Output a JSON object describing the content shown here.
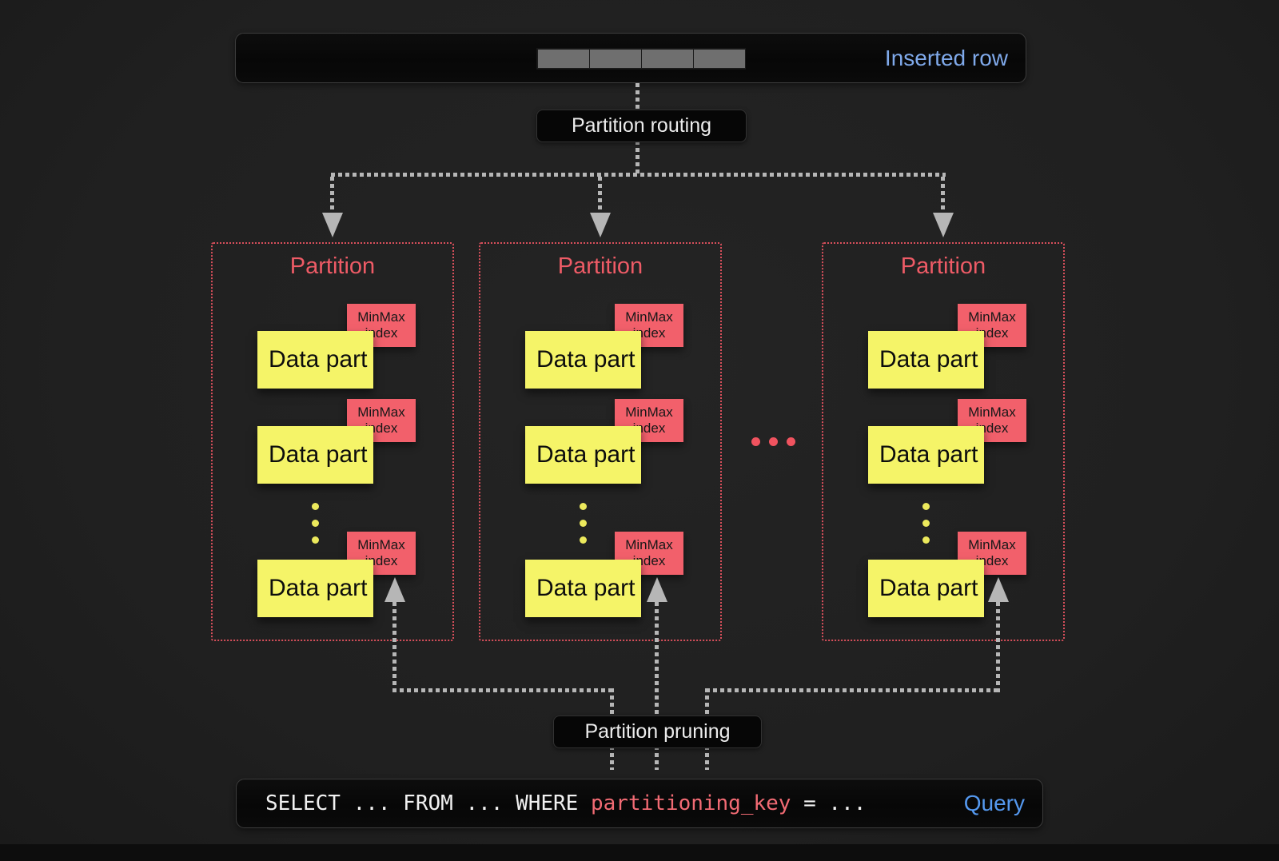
{
  "top_bar": {
    "label": "Inserted row"
  },
  "labels": {
    "routing": "Partition routing",
    "pruning": "Partition pruning",
    "data_part": "Data part",
    "minmax_line1": "MinMax",
    "minmax_line2": "index"
  },
  "partitions": [
    {
      "title": "Partition"
    },
    {
      "title": "Partition"
    },
    {
      "title": "Partition"
    }
  ],
  "query_bar": {
    "code_before": "SELECT ... FROM ... WHERE ",
    "code_key": "partitioning_key",
    "code_after": " = ...",
    "label": "Query"
  },
  "colors": {
    "background": "#212121",
    "bar_background": "#0a0a0a",
    "accent_blue_inserted": "#7fa9ea",
    "accent_blue_query": "#5599f0",
    "data_part_yellow": "#f5f468",
    "minmax_red": "#f2606b",
    "partition_red": "#ee5b66",
    "border_red": "#d84f5b",
    "arrow_gray": "#b6b6b6",
    "code_key_red": "#f26b74"
  }
}
